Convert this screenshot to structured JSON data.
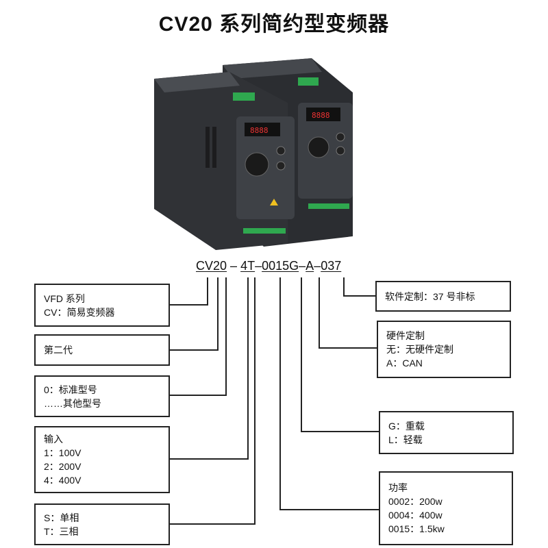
{
  "title": "CV20 系列简约型变频器",
  "product_image": {
    "description_icon": "inverter-photo",
    "units": 2,
    "color": "#3a3d42",
    "terminal_color": "#2fa84f"
  },
  "model_code": {
    "parts": [
      "CV20",
      "–",
      "4T",
      "–",
      "0015G",
      "–",
      "A",
      "–",
      "037"
    ]
  },
  "left_boxes": [
    {
      "lines": [
        "VFD  系列",
        "CV：简易变频器"
      ]
    },
    {
      "lines": [
        "第二代"
      ]
    },
    {
      "lines": [
        "0：标准型号",
        "……其他型号"
      ]
    },
    {
      "lines": [
        "输入",
        "1：100V",
        "2：200V",
        "4：400V"
      ]
    },
    {
      "lines": [
        "S：单相",
        "T：三相"
      ]
    }
  ],
  "right_boxes": [
    {
      "lines": [
        "软件定制：37 号非标"
      ]
    },
    {
      "lines": [
        "硬件定制",
        "无：无硬件定制",
        "A：CAN"
      ]
    },
    {
      "lines": [
        "G：重载",
        "L：轻载"
      ]
    },
    {
      "lines": [
        "功率",
        "0002：200w",
        "0004：400w",
        "0015：1.5kw"
      ]
    }
  ]
}
